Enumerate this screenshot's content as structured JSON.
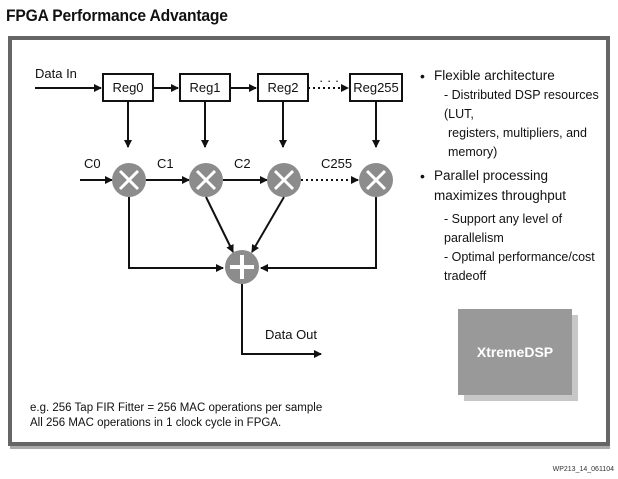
{
  "title": "FPGA Performance Advantage",
  "diagram": {
    "data_in": "Data In",
    "data_out": "Data Out",
    "registers": [
      "Reg0",
      "Reg1",
      "Reg2",
      "Reg255"
    ],
    "coefficients": [
      "C0",
      "C1",
      "C2",
      "C255"
    ],
    "dots": "· · ·"
  },
  "bullets": [
    {
      "text": "Flexible architecture",
      "subs": [
        "- Distributed DSP resources (LUT,",
        "registers, multipliers, and memory)"
      ]
    },
    {
      "text": "Parallel processing maximizes throughput",
      "subs": [
        "- Support any level of parallelism",
        "- Optimal performance/cost tradeoff"
      ]
    }
  ],
  "badge": "XtremeDSP",
  "note": {
    "line1": "e.g. 256 Tap FIR Fitter = 256 MAC operations per sample",
    "line2": "All 256 MAC operations in 1 clock cycle in FPGA."
  },
  "footer": "WP213_14_061104",
  "colors": {
    "frame": "#666666",
    "multiplier": "#8c8c8c",
    "badge": "#999999"
  }
}
